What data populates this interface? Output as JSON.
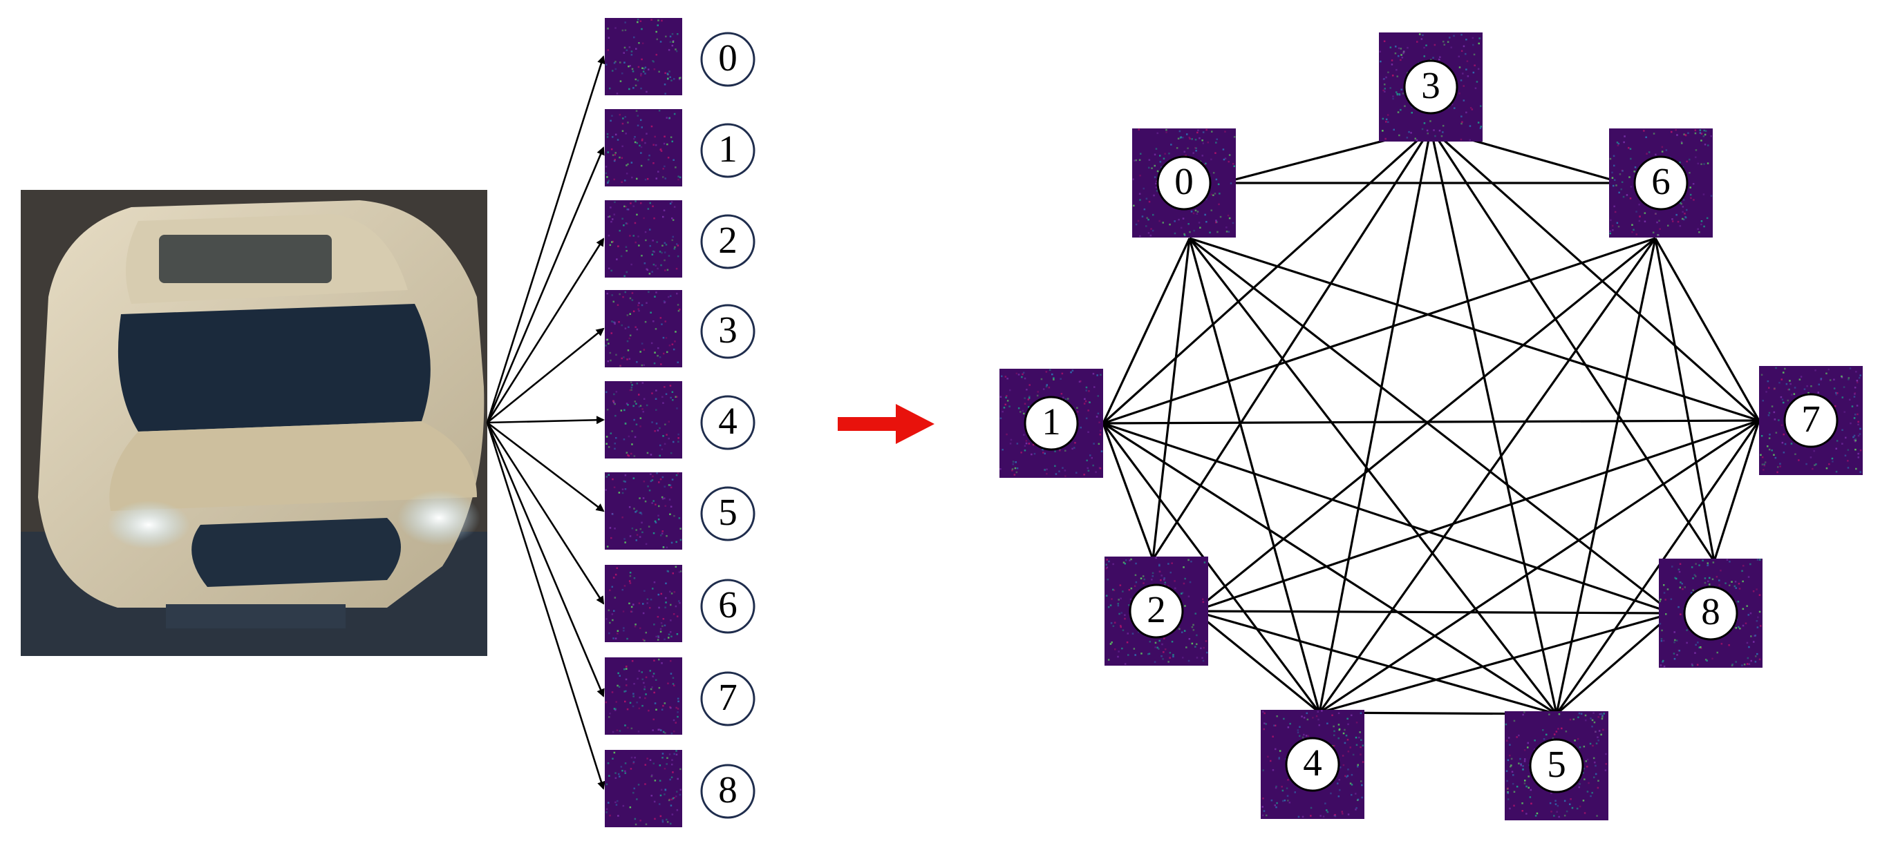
{
  "image": {
    "subject": "car-photo",
    "colors": {
      "body": "#d2c6a6",
      "windshield": "#1b2a3c",
      "background": "#3f3b37",
      "headlight": "#f4fbff"
    }
  },
  "patches": {
    "labels": [
      "0",
      "1",
      "2",
      "3",
      "4",
      "5",
      "6",
      "7",
      "8"
    ],
    "colors": {
      "base": "#3f0b63",
      "speckle": [
        "#7a2fa8",
        "#2f6fae",
        "#1e9b8a",
        "#5ec962",
        "#b3126b"
      ]
    }
  },
  "transition_arrow": {
    "color": "#e8120c"
  },
  "graph": {
    "nodes": [
      "3",
      "0",
      "6",
      "1",
      "7",
      "2",
      "8",
      "4",
      "5"
    ],
    "edge_style": "complete-graph",
    "edge_color": "#000000"
  }
}
